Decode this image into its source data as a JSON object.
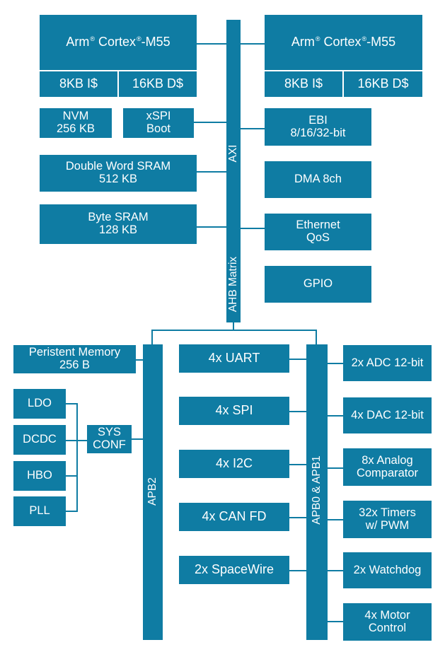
{
  "cpu_left": {
    "brand": "Arm",
    "mid": "Cortex",
    "suffix": "-M55",
    "reg": "®",
    "icache": "8KB I$",
    "dcache": "16KB D$"
  },
  "cpu_right": {
    "brand": "Arm",
    "mid": "Cortex",
    "suffix": "-M55",
    "reg": "®",
    "icache": "8KB I$",
    "dcache": "16KB D$"
  },
  "nvm": {
    "line1": "NVM",
    "line2": "256 KB"
  },
  "xspi": {
    "line1": "xSPI",
    "line2": "Boot"
  },
  "dw_sram": {
    "line1": "Double Word SRAM",
    "line2": "512 KB"
  },
  "byte_sram": {
    "line1": "Byte SRAM",
    "line2": "128 KB"
  },
  "ebi": {
    "line1": "EBI",
    "line2": "8/16/32-bit"
  },
  "dma": {
    "label": "DMA 8ch"
  },
  "ethernet": {
    "line1": "Ethernet",
    "line2": "QoS"
  },
  "gpio": {
    "label": "GPIO"
  },
  "bus": {
    "axi": "AXI",
    "ahb": "AHB Matrix",
    "apb2": "APB2",
    "apb01": "APB0 & APB1"
  },
  "persistent": {
    "line1": "Peristent Memory",
    "line2": "256 B"
  },
  "ldo": {
    "label": "LDO"
  },
  "dcdc": {
    "label": "DCDC"
  },
  "hbo": {
    "label": "HBO"
  },
  "pll": {
    "label": "PLL"
  },
  "sysconf": {
    "line1": "SYS",
    "line2": "CONF"
  },
  "uart": {
    "label": "4x UART"
  },
  "spi": {
    "label": "4x SPI"
  },
  "i2c": {
    "label": "4x I2C"
  },
  "can": {
    "label": "4x CAN FD"
  },
  "spacewire": {
    "label": "2x SpaceWire"
  },
  "adc": {
    "label": "2x ADC 12-bit"
  },
  "dac": {
    "label": "4x DAC 12-bit"
  },
  "comparator": {
    "line1": "8x Analog",
    "line2": "Comparator"
  },
  "timers": {
    "line1": "32x Timers",
    "line2": "w/ PWM"
  },
  "watchdog": {
    "label": "2x Watchdog"
  },
  "motor": {
    "line1": "4x Motor",
    "line2": "Control"
  },
  "colors": {
    "block": "#0f7ca3",
    "background": "#ffffff"
  }
}
